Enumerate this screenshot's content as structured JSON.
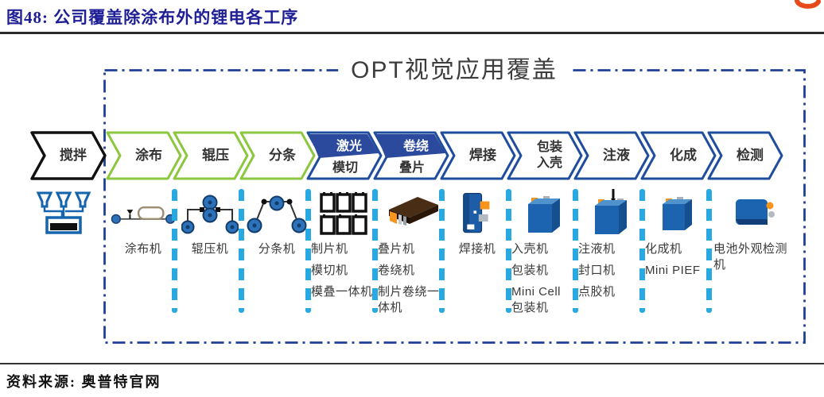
{
  "header": {
    "figure_title": "图48:  公司覆盖除涂布外的锂电各工序"
  },
  "footer": {
    "source": "资料来源: 奥普特官网"
  },
  "diagram": {
    "box_title": "OPT视觉应用覆盖",
    "pre_step_label": "搅拌",
    "steps": [
      {
        "style": "green",
        "lines": [
          "涂布"
        ]
      },
      {
        "style": "green",
        "lines": [
          "辊压"
        ]
      },
      {
        "style": "green",
        "lines": [
          "分条"
        ]
      },
      {
        "style": "split",
        "top": "激光",
        "bottom": "模切"
      },
      {
        "style": "split",
        "top": "卷绕",
        "bottom": "叠片"
      },
      {
        "style": "blue",
        "lines": [
          "焊接"
        ]
      },
      {
        "style": "blue",
        "lines": [
          "包装",
          "入壳"
        ]
      },
      {
        "style": "blue",
        "lines": [
          "注液"
        ]
      },
      {
        "style": "blue",
        "lines": [
          "化成"
        ]
      },
      {
        "style": "blue",
        "lines": [
          "检测"
        ]
      }
    ],
    "machines": [
      {
        "icon": "coating-machine-icon",
        "labels": [
          "涂布机"
        ]
      },
      {
        "icon": "roll-press-machine-icon",
        "labels": [
          "辊压机"
        ]
      },
      {
        "icon": "slitting-machine-icon",
        "labels": [
          "分条机"
        ]
      },
      {
        "icon": "die-cutting-machine-icon",
        "labels": [
          "制片机",
          "模切机",
          "模叠一体机"
        ]
      },
      {
        "icon": "stacking-winding-machine-icon",
        "labels": [
          "叠片机",
          "卷绕机",
          "制片卷绕一体机"
        ]
      },
      {
        "icon": "welding-machine-icon",
        "labels": [
          "焊接机"
        ]
      },
      {
        "icon": "casing-packing-machine-icon",
        "labels": [
          "入壳机",
          "包装机",
          "Mini Cell 包装机"
        ]
      },
      {
        "icon": "injection-machine-icon",
        "labels": [
          "注液机",
          "封口机",
          "点胶机"
        ]
      },
      {
        "icon": "formation-machine-icon",
        "labels": [
          "化成机",
          "Mini PIEF"
        ]
      },
      {
        "icon": "appearance-inspection-machine-icon",
        "labels": [
          "电池外观检测机"
        ]
      }
    ],
    "colors": {
      "title_navy": "#1e1e96",
      "green_outline": "#8dc63f",
      "blue_outline": "#1f4e9e",
      "blue_fill": "#2b4a9e",
      "divider_cyan": "#29a9e1",
      "box_border": "#1f3f94",
      "accent_orange": "#f7941d",
      "machine_blue": "#1d64b0"
    }
  }
}
